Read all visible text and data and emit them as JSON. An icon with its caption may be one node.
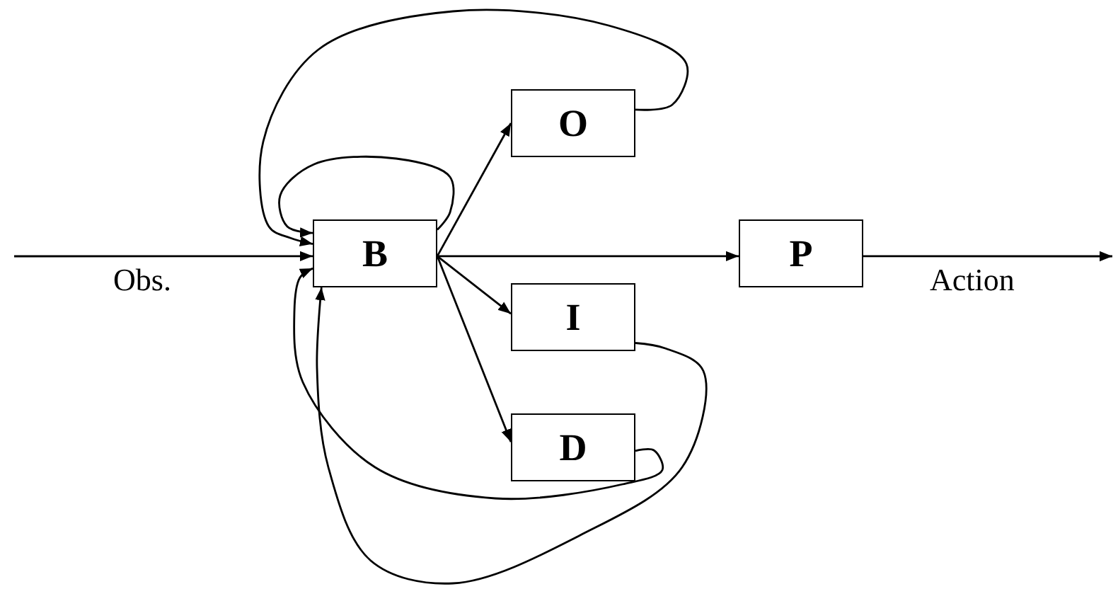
{
  "diagram": {
    "nodes": [
      {
        "text": [
          "B"
        ]
      },
      {
        "text": [
          "O"
        ]
      },
      {
        "text": [
          "I"
        ]
      },
      {
        "text": [
          "D"
        ]
      },
      {
        "text": [
          "P"
        ]
      }
    ],
    "edges": [
      {
        "from": null,
        "to": 0,
        "arrow": "to",
        "label": "Obs."
      },
      {
        "from": 0,
        "to": 1,
        "arrow": "to"
      },
      {
        "from": 0,
        "to": 4,
        "arrow": "to"
      },
      {
        "from": 0,
        "to": 2,
        "arrow": "to"
      },
      {
        "from": 0,
        "to": 3,
        "arrow": "to"
      },
      {
        "from": 1,
        "to": 0,
        "arrow": "to"
      },
      {
        "from": 0,
        "to": 0,
        "arrow": "to"
      },
      {
        "from": 2,
        "to": 0,
        "arrow": "to"
      },
      {
        "from": 3,
        "to": 0,
        "arrow": "to"
      },
      {
        "from": 4,
        "to": null,
        "arrow": "to",
        "label": "Action"
      }
    ]
  }
}
